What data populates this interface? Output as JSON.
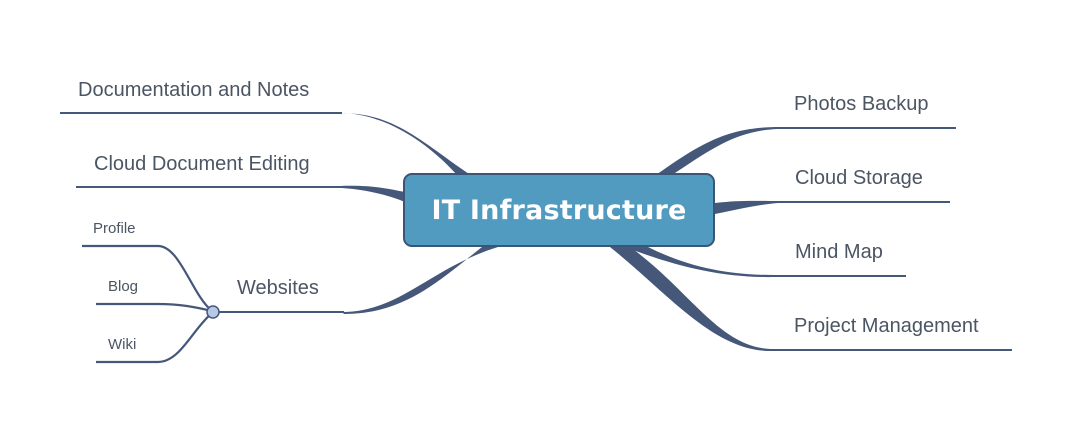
{
  "root": {
    "label": "IT Infrastructure"
  },
  "branches": {
    "documentation": "Documentation and Notes",
    "cloud_editing": "Cloud Document Editing",
    "websites": {
      "label": "Websites",
      "children": [
        "Profile",
        "Blog",
        "Wiki"
      ]
    },
    "photos_backup": "Photos Backup",
    "cloud_storage": "Cloud Storage",
    "mind_map": "Mind Map",
    "project_management": "Project Management"
  },
  "colors": {
    "root_fill": "#519bc1",
    "root_border": "#3a5575",
    "branch": "#46587a",
    "text": "#4b5563",
    "junction": "#b7c7e6"
  }
}
